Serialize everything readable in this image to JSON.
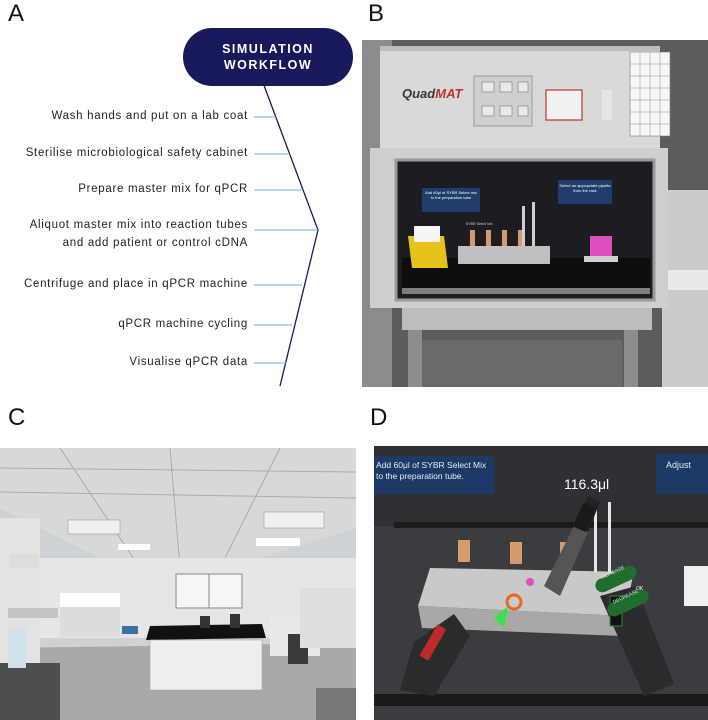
{
  "panels": {
    "a": {
      "letter": "A"
    },
    "b": {
      "letter": "B"
    },
    "c": {
      "letter": "C"
    },
    "d": {
      "letter": "D"
    }
  },
  "workflow": {
    "title_line1": "SIMULATION",
    "title_line2": "WORKFLOW",
    "steps": [
      {
        "text": "Wash hands and put on a lab coat"
      },
      {
        "text": "Sterilise microbiological safety cabinet"
      },
      {
        "text": "Prepare master mix for qPCR"
      },
      {
        "text": "Aliquot master mix into reaction tubes",
        "text2": "and add patient or control cDNA"
      },
      {
        "text": "Centrifuge and place in qPCR machine"
      },
      {
        "text": "qPCR machine cycling"
      },
      {
        "text": "Visualise qPCR data"
      }
    ]
  },
  "cabinet": {
    "brand_prefix": "Quad",
    "brand_suffix": "MAT",
    "sign_left": "Add 60μl of SYBR Select mix to the preparation tube",
    "sign_right": "Select an appropriate pipette from the rack",
    "rack_label": "SYBR Select Mix"
  },
  "vr_closeup": {
    "instruction": "Add 60μl of SYBR Select Mix",
    "instruction2": "to the preparation tube.",
    "volume": "116.3μl",
    "right_sign": "Adjust",
    "increase": "INCREASE",
    "ok": "OK",
    "decrease": "DECREASE"
  },
  "colors": {
    "pill": "#17195a",
    "connector": "#6cb4d8",
    "spine": "#17195a"
  }
}
